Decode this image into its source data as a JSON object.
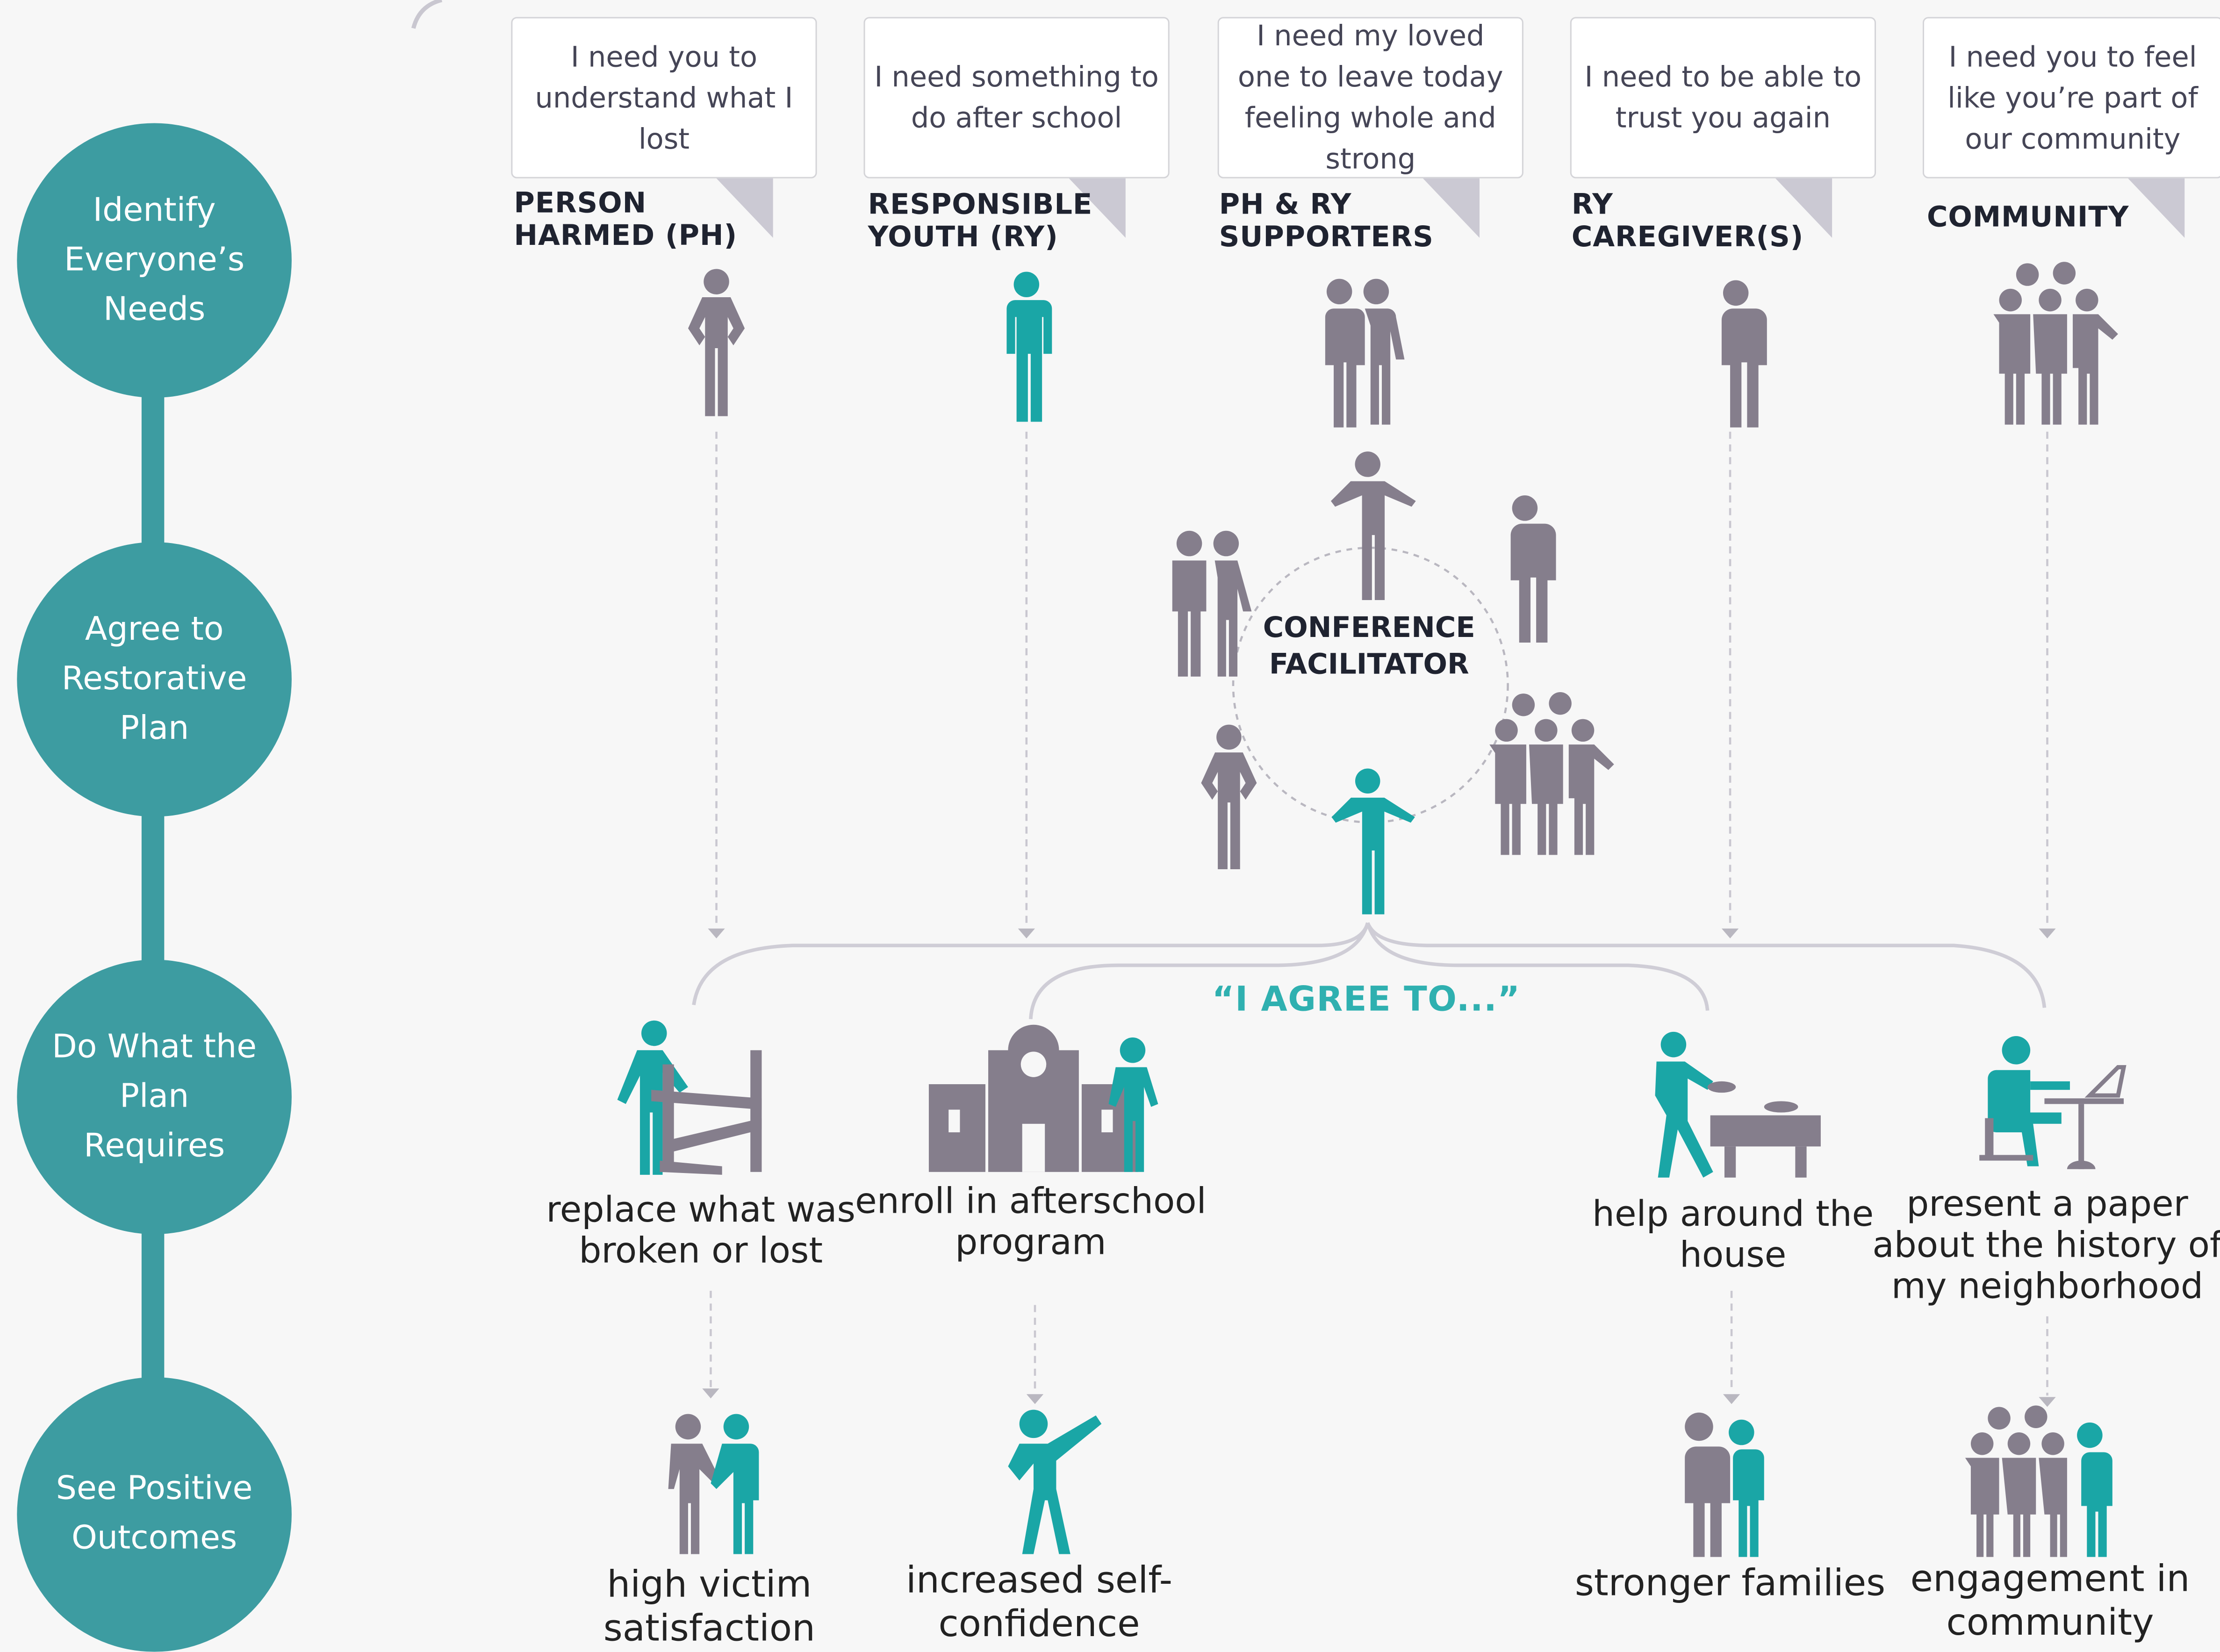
{
  "steps": [
    "Identify Everyone’s Needs",
    "Agree to Restorative Plan",
    "Do What the Plan Requires",
    "See Positive Outcomes"
  ],
  "participants": [
    {
      "quote": "I need you to understand what I lost",
      "role": "PERSON HARMED (PH)",
      "icon": "person-hands-on-hips-icon"
    },
    {
      "quote": "I need something to do after school",
      "role": "RESPONSIBLE YOUTH (RY)",
      "icon": "youth-person-icon"
    },
    {
      "quote": "I need my loved one to leave today feeling whole and strong",
      "role": "PH & RY SUPPORTERS",
      "icon": "couple-icon"
    },
    {
      "quote": "I need to be able to trust you again",
      "role": "RY CAREGIVER(S)",
      "icon": "caregiver-person-icon"
    },
    {
      "quote": "I need you to feel like you’re part of our community",
      "role": "COMMUNITY",
      "icon": "group-icon"
    }
  ],
  "conference": {
    "label": "CONFERENCE FACILITATOR"
  },
  "agreement": {
    "label": "“I AGREE TO...”"
  },
  "actions": [
    {
      "text": "replace what was broken or lost",
      "icon": "person-fixing-fence-icon"
    },
    {
      "text": "enroll in afterschool program",
      "icon": "school-building-icon"
    },
    {
      "text": "help around the house",
      "icon": "person-serving-table-icon"
    },
    {
      "text": "present a paper about the history of my neighborhood",
      "icon": "person-at-desk-icon"
    }
  ],
  "outcomes": [
    {
      "text": "high victim satisfaction",
      "icon": "handshake-icon"
    },
    {
      "text": "increased self-confidence",
      "icon": "person-pointing-icon"
    },
    {
      "text": "stronger families",
      "icon": "family-icon"
    },
    {
      "text": "engagement in community",
      "icon": "community-engagement-icon"
    }
  ],
  "colors": {
    "teal": "#3d9ca1",
    "teal_figure": "#1aa6a6",
    "gray_figure": "#857e8c",
    "accent_text": "#2fb0b0"
  }
}
